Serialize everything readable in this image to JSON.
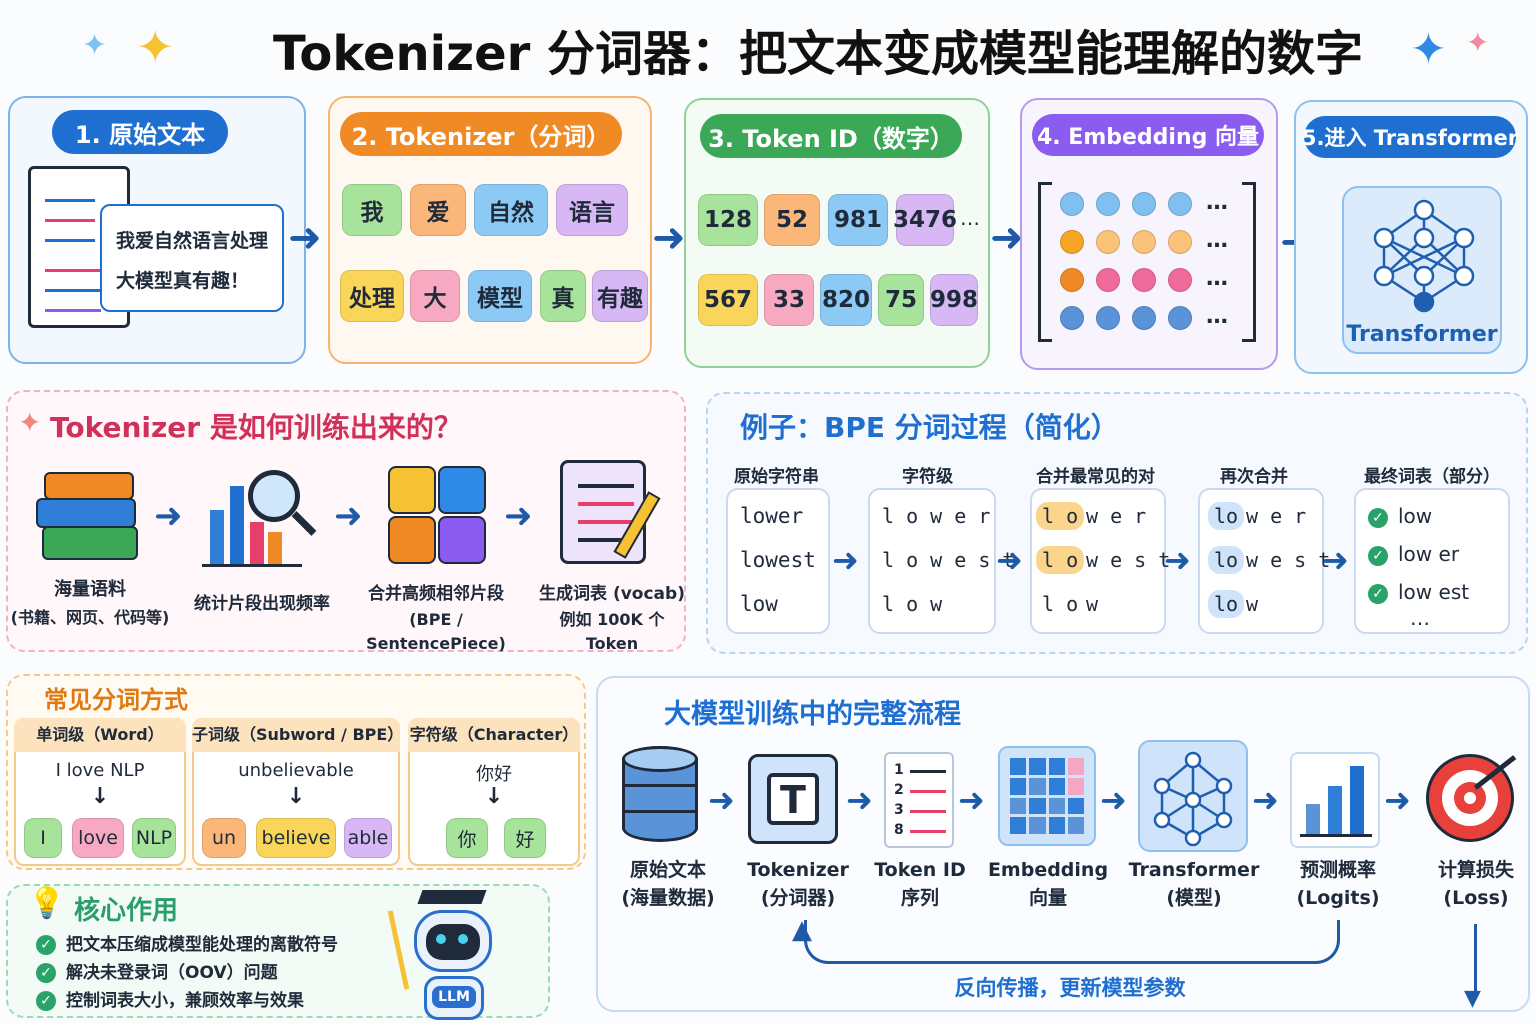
{
  "title": "Tokenizer 分词器：把文本变成模型能理解的数字",
  "steps": {
    "s1": "1. 原始文本",
    "s2": "2. Tokenizer（分词）",
    "s3": "3. Token ID（数字）",
    "s4": "4. Embedding 向量",
    "s5": "5.进入 Transformer"
  },
  "raw_text": {
    "line1": "我爱自然语言处理",
    "line2": "大模型真有趣！"
  },
  "tokens": [
    "我",
    "爱",
    "自然",
    "语言",
    "处理",
    "大",
    "模型",
    "真",
    "有趣"
  ],
  "ids": [
    "128",
    "52",
    "981",
    "3476",
    "…",
    "567",
    "33",
    "820",
    "75",
    "998"
  ],
  "ellipsis": "…",
  "transformer_label": "Transformer",
  "training": {
    "title": "Tokenizer 是如何训练出来的？",
    "s1a": "海量语料",
    "s1b": "(书籍、网页、代码等)",
    "s2a": "统计片段出现频率",
    "s3a": "合并高频相邻片段",
    "s3b": "(BPE / SentencePiece)",
    "s4a": "生成词表 (vocab)",
    "s4b": "例如 100K 个 Token"
  },
  "bpe": {
    "title": "例子：BPE 分词过程（简化）",
    "headers": [
      "原始字符串",
      "字符级",
      "合并最常见的对",
      "再次合并",
      "最终词表（部分）"
    ],
    "col1": [
      "lower",
      "lowest",
      "low"
    ],
    "col2": [
      "l o w e r",
      "l o w e s t",
      "l o w"
    ],
    "col3a": [
      "l o",
      "l o",
      "l o"
    ],
    "col3b": [
      "w e r",
      "w e s t",
      "w"
    ],
    "col4a": [
      "lo",
      "lo",
      "lo"
    ],
    "col4b": [
      "w e r",
      "w e s t",
      "w"
    ],
    "col5": [
      "low",
      "low er",
      "low est"
    ],
    "more": "…"
  },
  "methods": {
    "title": "常见分词方式",
    "m1": {
      "h": "单词级（Word）",
      "src": "I love NLP",
      "t": [
        "I",
        "love",
        "NLP"
      ]
    },
    "m2": {
      "h": "子词级（Subword / BPE）",
      "src": "unbelievable",
      "t": [
        "un",
        "believe",
        "able"
      ]
    },
    "m3": {
      "h": "字符级（Character）",
      "src": "你好",
      "t": [
        "你",
        "好"
      ]
    }
  },
  "core": {
    "title": "核心作用",
    "items": [
      "把文本压缩成模型能处理的离散符号",
      "解决未登录词（OOV）问题",
      "控制词表大小，兼顾效率与效果"
    ],
    "robot": "LLM"
  },
  "pipeline": {
    "title": "大模型训练中的完整流程",
    "nodes": [
      [
        "原始文本",
        "(海量数据)"
      ],
      [
        "Tokenizer",
        "(分词器)"
      ],
      [
        "Token ID",
        "序列"
      ],
      [
        "Embedding",
        "向量"
      ],
      [
        "Transformer",
        "(模型)"
      ],
      [
        "预测概率",
        "(Logits)"
      ],
      [
        "计算损失",
        "(Loss)"
      ]
    ],
    "back": "反向传播，更新模型参数",
    "tok_letter": "T",
    "id_nums": [
      "1",
      "2",
      "3",
      "8"
    ]
  },
  "colors": {
    "blue": "#1f6fd1",
    "orange": "#f08a24",
    "green": "#3aa856",
    "purple": "#8a5cf0",
    "pink": "#e83e6b"
  }
}
